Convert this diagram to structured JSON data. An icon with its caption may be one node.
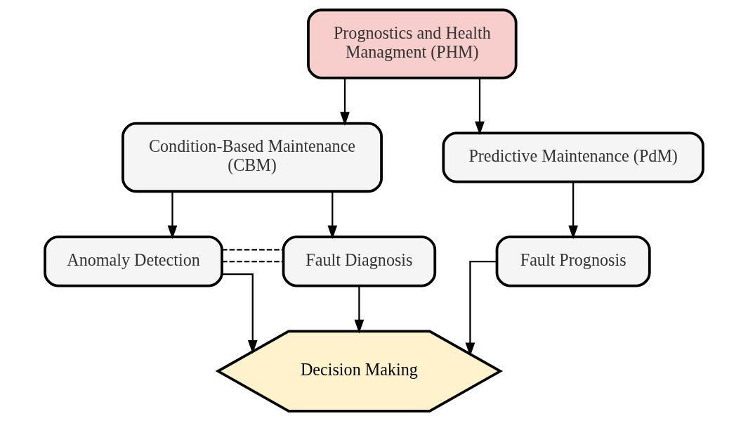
{
  "diagram": {
    "nodes": [
      {
        "text": [
          "Prognostics and Health Managment (PHM)"
        ]
      },
      {
        "text": [
          "Condition-Based Maintenance (CBM)"
        ]
      },
      {
        "text": [
          "Predictive Maintenance (PdM)"
        ]
      },
      {
        "text": [
          "Anomaly Detection"
        ]
      },
      {
        "text": [
          "Fault Diagnosis"
        ]
      },
      {
        "text": [
          "Fault Prognosis"
        ]
      },
      {
        "text": [
          "Decision Making"
        ]
      }
    ],
    "edges": [
      {
        "from": 0,
        "to": 1,
        "arrow": "to"
      },
      {
        "from": 0,
        "to": 2,
        "arrow": "to"
      },
      {
        "from": 1,
        "to": 3,
        "arrow": "to"
      },
      {
        "from": 1,
        "to": 4,
        "arrow": "to"
      },
      {
        "from": 3,
        "to": 4,
        "arrow": "none",
        "style": "dashed"
      },
      {
        "from": 3,
        "to": 4,
        "arrow": "none",
        "style": "dashed"
      },
      {
        "from": 2,
        "to": 5,
        "arrow": "to"
      },
      {
        "from": 3,
        "to": 6,
        "arrow": "to"
      },
      {
        "from": 4,
        "to": 6,
        "arrow": "to"
      },
      {
        "from": 5,
        "to": 6,
        "arrow": "to"
      }
    ]
  }
}
